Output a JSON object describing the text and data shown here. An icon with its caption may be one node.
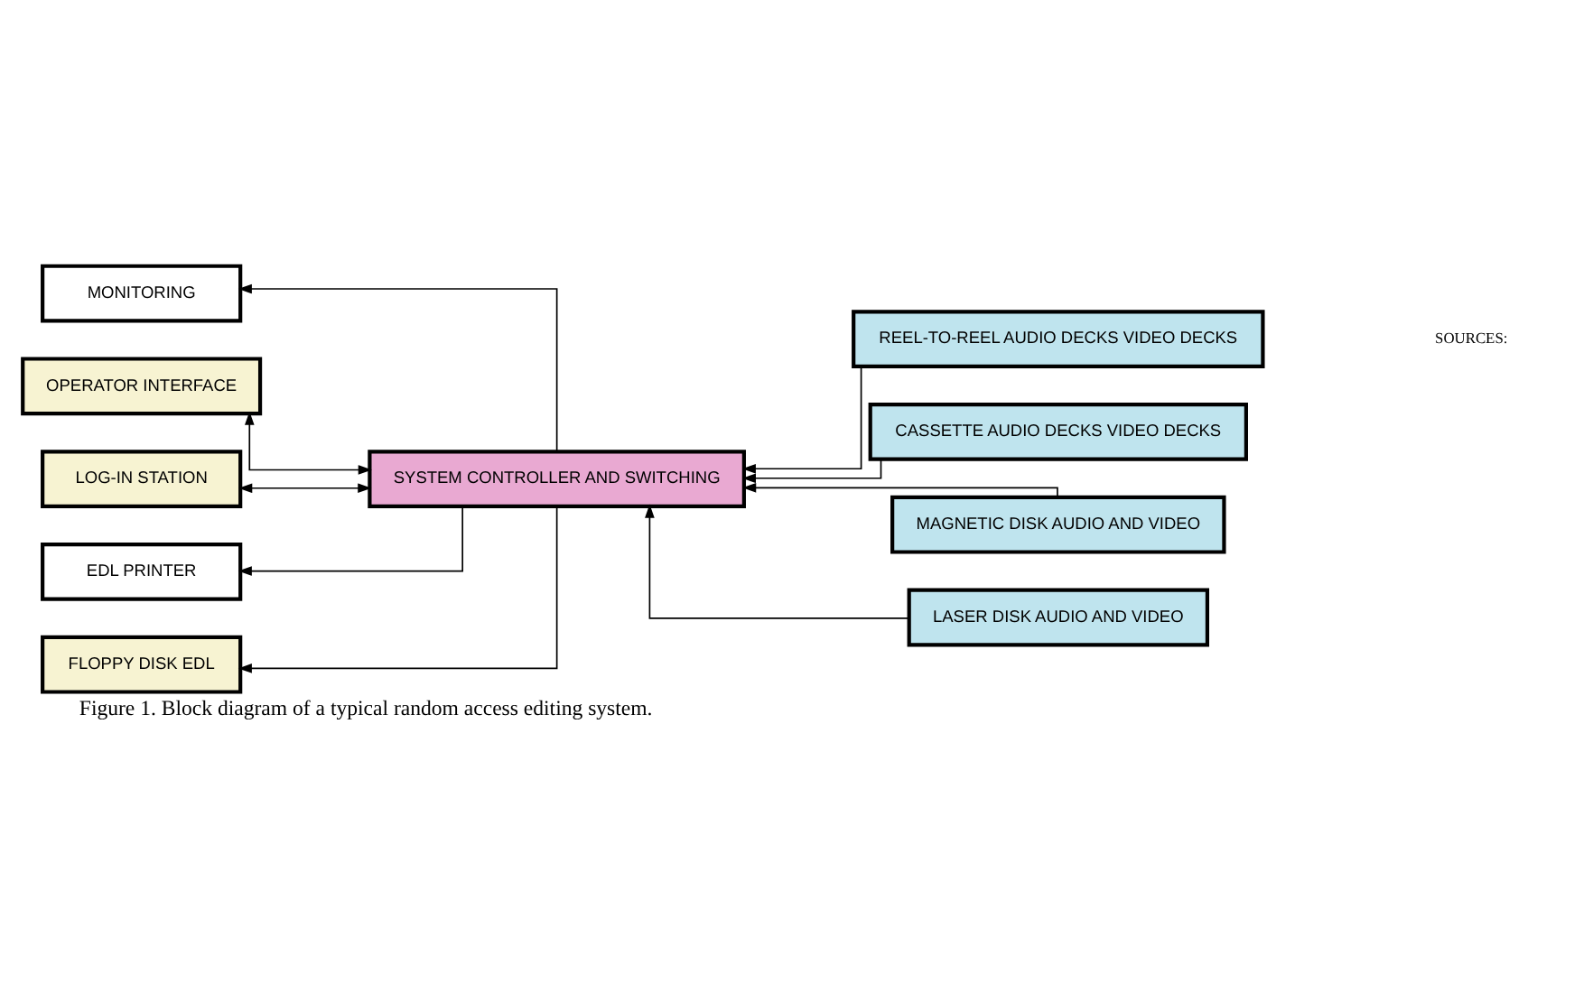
{
  "diagram": {
    "caption": "Figure 1. Block diagram of a typical random access editing system.",
    "nodes": [
      {
        "text": [
          "MONITORING"
        ]
      },
      {
        "text": [
          "SYSTEM CONTROLLER AND SWITCHING"
        ]
      },
      {
        "text": [
          "REEL-TO-REEL AUDIO DECKS VIDEO DECKS"
        ]
      },
      {
        "text": [
          "OPERATOR INTERFACE"
        ]
      },
      {
        "text": [
          "CASSETTE AUDIO DECKS VIDEO DECKS"
        ]
      },
      {
        "text": [
          "LOG-IN STATION"
        ]
      },
      {
        "text": [
          "EDL PRINTER"
        ]
      },
      {
        "text": [
          "MAGNETIC DISK AUDIO AND VIDEO"
        ]
      },
      {
        "text": [
          "FLOPPY DISK EDL"
        ]
      },
      {
        "text": [
          "LASER DISK AUDIO AND VIDEO"
        ]
      }
    ],
    "edges": [
      {
        "from": 1,
        "to": 0,
        "arrow": "to"
      },
      {
        "from": 1,
        "to": 3,
        "arrow": "both"
      },
      {
        "from": 1,
        "to": 5,
        "arrow": "both"
      },
      {
        "from": 1,
        "to": 6,
        "arrow": "to"
      },
      {
        "from": 1,
        "to": 8,
        "arrow": "to"
      },
      {
        "from": 2,
        "to": 1,
        "arrow": "to"
      },
      {
        "from": 4,
        "to": 1,
        "arrow": "to"
      },
      {
        "from": 7,
        "to": 1,
        "arrow": "to"
      },
      {
        "from": 9,
        "to": 1,
        "arrow": "to"
      }
    ],
    "labels": [
      "SOURCES:"
    ]
  }
}
